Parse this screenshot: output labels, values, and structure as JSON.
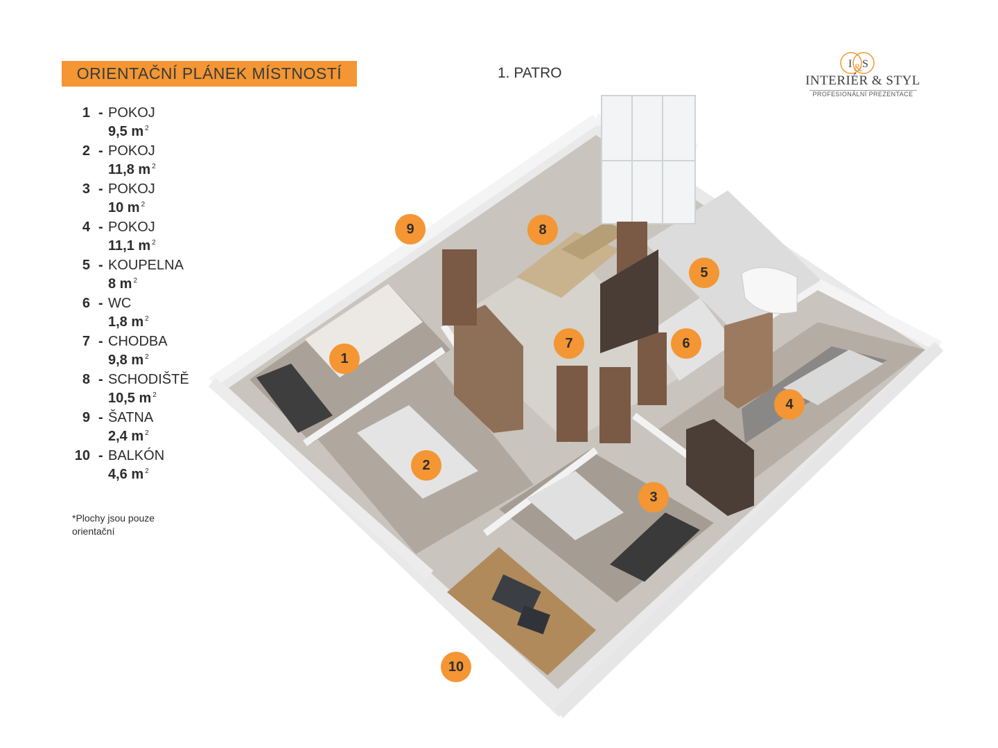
{
  "header": {
    "title": "ORIENTAČNÍ PLÁNEK MÍSTNOSTÍ",
    "floor": "1. PATRO"
  },
  "logo": {
    "monogram_left": "I",
    "monogram_ampersand": "&",
    "monogram_right": "S",
    "name": "INTERIÉR & STYL",
    "tagline": "PROFESIONÁLNÍ PREZENTACE"
  },
  "legend": [
    {
      "num": "1",
      "name": "POKOJ",
      "area": "9,5 m"
    },
    {
      "num": "2",
      "name": "POKOJ",
      "area": "11,8 m"
    },
    {
      "num": "3",
      "name": "POKOJ",
      "area": "10 m"
    },
    {
      "num": "4",
      "name": "POKOJ",
      "area": "11,1 m"
    },
    {
      "num": "5",
      "name": "KOUPELNA",
      "area": "8 m"
    },
    {
      "num": "6",
      "name": "WC",
      "area": "1,8 m"
    },
    {
      "num": "7",
      "name": "CHODBA",
      "area": "9,8 m"
    },
    {
      "num": "8",
      "name": "SCHODIŠTĚ",
      "area": "10,5 m"
    },
    {
      "num": "9",
      "name": "ŠATNA",
      "area": "2,4 m"
    },
    {
      "num": "10",
      "name": "BALKÓN",
      "area": "4,6 m"
    }
  ],
  "area_unit_exponent": "2",
  "legend_dash": "-",
  "note": "*Plochy jsou pouze orientační",
  "markers": [
    "1",
    "2",
    "3",
    "4",
    "5",
    "6",
    "7",
    "8",
    "9",
    "10"
  ],
  "colors": {
    "accent": "#f39633",
    "wall": "#eeeeee",
    "floor_carpet": "#a9a197",
    "wood_door": "#8a6a52",
    "tile": "#dedede"
  }
}
